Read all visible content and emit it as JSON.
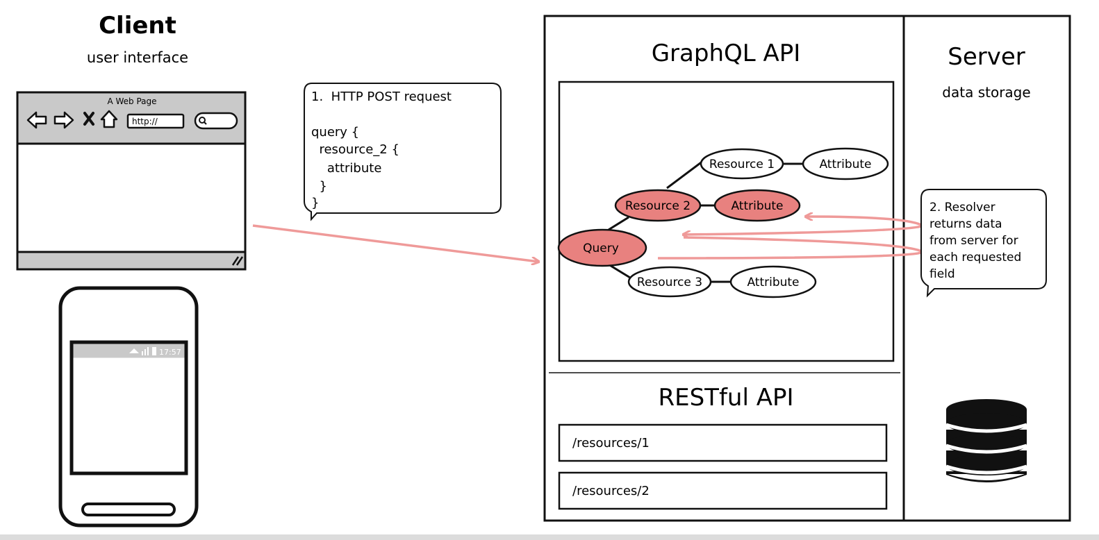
{
  "client": {
    "title": "Client",
    "subtitle": "user interface",
    "browser": {
      "page_title": "A Web Page",
      "url": "http://"
    },
    "phone": {
      "status_time": "17:57"
    }
  },
  "request_note": {
    "lines": [
      "1.  HTTP POST request",
      "",
      "query {",
      "  resource_2 {",
      "    attribute",
      "  }",
      "}"
    ]
  },
  "graphql": {
    "title": "GraphQL API",
    "nodes": {
      "query": "Query",
      "resource_1": "Resource 1",
      "resource_2": "Resource 2",
      "resource_3": "Resource 3",
      "attr_1": "Attribute",
      "attr_2": "Attribute",
      "attr_3": "Attribute"
    }
  },
  "rest": {
    "title": "RESTful API",
    "endpoints": [
      "/resources/1",
      "/resources/2"
    ]
  },
  "server": {
    "title": "Server",
    "subtitle": "data storage"
  },
  "resolver_note": {
    "lines": [
      "2. Resolver",
      "returns data",
      "from server for",
      "each requested",
      "field"
    ]
  },
  "colors": {
    "highlight": "#e8817f",
    "arrow": "#ef9a99",
    "stroke": "#111111"
  }
}
